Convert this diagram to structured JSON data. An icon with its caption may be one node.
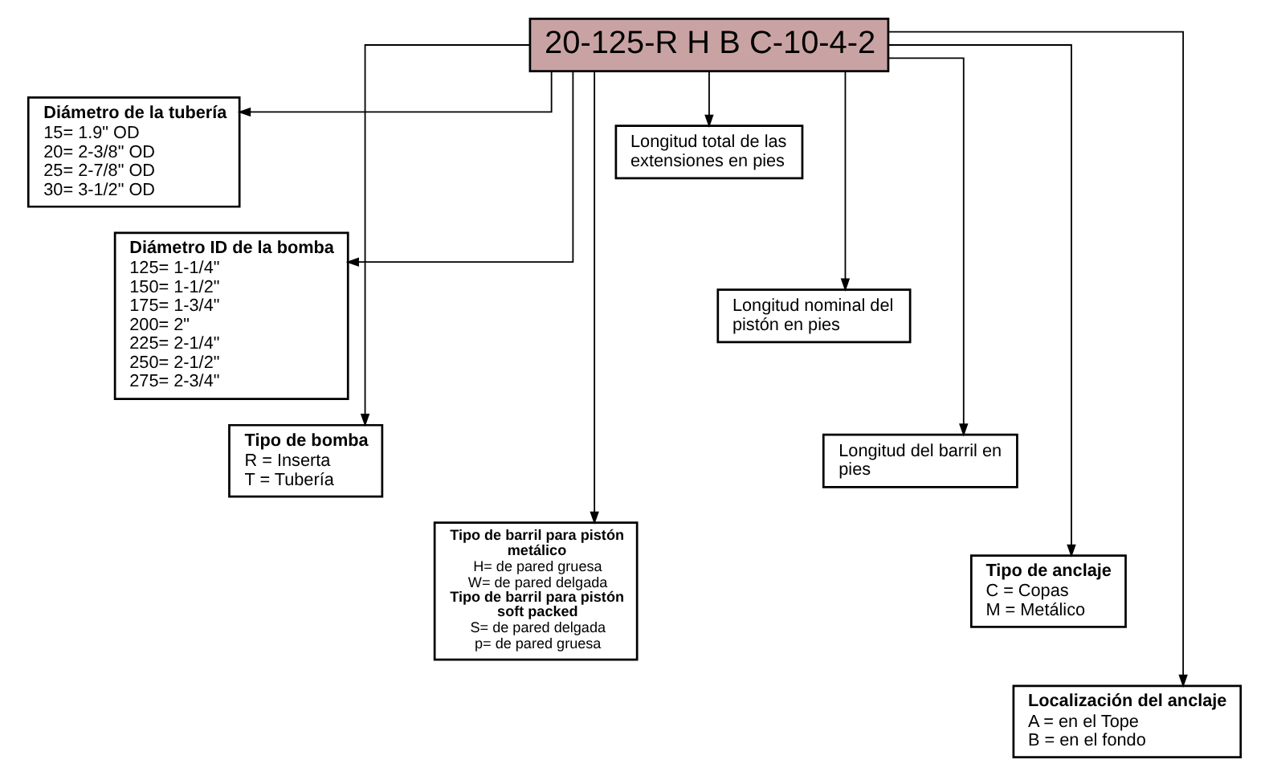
{
  "diagram": {
    "nodes": [
      {
        "text": [
          "20-125-R H B C-10-4-2"
        ]
      },
      {
        "text": [
          "Diámetro de la tubería",
          "15= 1.9\" OD",
          "20= 2-3/8\" OD",
          "25= 2-7/8\" OD",
          "30= 3-1/2\" OD"
        ]
      },
      {
        "text": [
          "Diámetro ID de la bomba",
          "125= 1-1/4\"",
          "150= 1-1/2\"",
          "175= 1-3/4\"",
          "200= 2\"",
          "225= 2-1/4\"",
          "250= 2-1/2\"",
          "275= 2-3/4\""
        ]
      },
      {
        "text": [
          "Tipo de bomba",
          "R = Inserta",
          "T = Tubería"
        ]
      },
      {
        "text": [
          "Tipo de barril para pistón metálico",
          "H= de pared gruesa",
          "W= de pared delgada",
          "Tipo de barril para pistón soft packed",
          "S= de pared delgada",
          "p= de pared gruesa"
        ]
      },
      {
        "text": [
          "Longitud total de las extensiones en pies"
        ]
      },
      {
        "text": [
          "Longitud nominal del pistón en pies"
        ]
      },
      {
        "text": [
          "Longitud del barril en pies"
        ]
      },
      {
        "text": [
          "Tipo de anclaje",
          "C = Copas",
          "M = Metálico"
        ]
      },
      {
        "text": [
          "Localización del anclaje",
          "A = en el Tope",
          "B = en el fondo"
        ]
      }
    ],
    "edges": [
      {
        "from": 0,
        "to": 1,
        "arrow": "to"
      },
      {
        "from": 0,
        "to": 2,
        "arrow": "to"
      },
      {
        "from": 0,
        "to": 3,
        "arrow": "to"
      },
      {
        "from": 0,
        "to": 4,
        "arrow": "to"
      },
      {
        "from": 0,
        "to": 9,
        "arrow": "to"
      },
      {
        "from": 0,
        "to": 8,
        "arrow": "to"
      },
      {
        "from": 0,
        "to": 7,
        "arrow": "to"
      },
      {
        "from": 0,
        "to": 6,
        "arrow": "to"
      },
      {
        "from": 0,
        "to": 5,
        "arrow": "to"
      }
    ]
  }
}
